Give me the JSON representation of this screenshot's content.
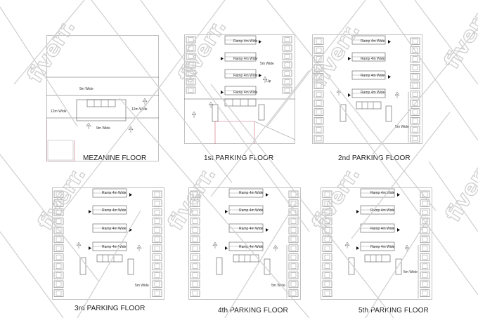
{
  "sheet": {
    "stroke_color": "#555555",
    "stall_color": "#777777",
    "accent_color": "#cc6677",
    "watermark_color": "#cfcfcf"
  },
  "watermark": {
    "text": "fiverr."
  },
  "mezzanine": {
    "label": "MEZANINE FLOOR",
    "notes": [
      "9m Wide",
      "12m Wide",
      "12m Wide",
      "9m Wide"
    ]
  },
  "floor_1": {
    "label": "1st PARKING FLOOR",
    "notes": [
      "Ramp 4m Wide",
      "Ramp 4m Wide",
      "Ramp 4m Wide",
      "Ramp 4m Wide",
      "5m Wide",
      "Up"
    ]
  },
  "floor_2": {
    "label": "2nd PARKING FLOOR",
    "notes": [
      "Ramp 4m Wide",
      "Ramp 4m Wide",
      "Ramp 4m Wide",
      "Ramp 4m Wide",
      "5m Wide"
    ]
  },
  "floor_3": {
    "label": "3rd PARKING FLOOR",
    "notes": [
      "Ramp 4m Wide",
      "Ramp 4m Wide",
      "Ramp 4m Wide",
      "Ramp 4m Wide",
      "5m Wide"
    ]
  },
  "floor_4": {
    "label": "4th PARKING FLOOR",
    "notes": [
      "Ramp 4m Wide",
      "Ramp 4m Wide",
      "Ramp 4m Wide",
      "Ramp 4m Wide",
      "5m Wide"
    ]
  },
  "floor_5": {
    "label": "5th PARKING FLOOR",
    "notes": [
      "Ramp 4m Wide",
      "Ramp 4m Wide",
      "Ramp 4m Wide",
      "Ramp 4m Wide",
      "5m Wide"
    ]
  }
}
